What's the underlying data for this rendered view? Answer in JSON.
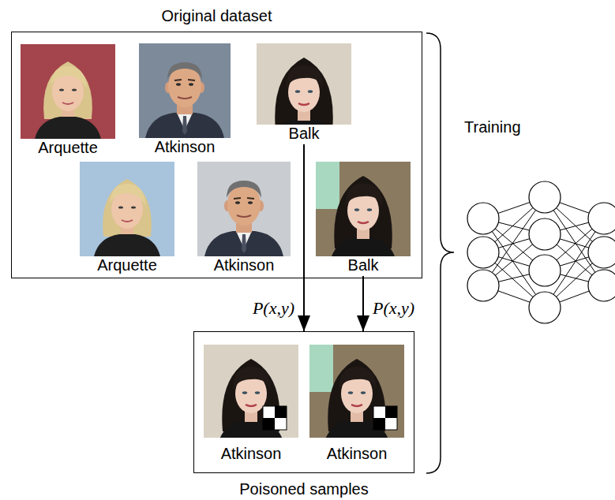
{
  "diagram": {
    "nodes": [
      {
        "text": [
          "Original dataset"
        ]
      },
      {
        "text": [
          "Arquette"
        ],
        "in": 0
      },
      {
        "text": [
          "Atkinson"
        ],
        "in": 0
      },
      {
        "text": [
          "Balk"
        ],
        "in": 0
      },
      {
        "text": [
          "Arquette"
        ],
        "in": 0
      },
      {
        "text": [
          "Atkinson"
        ],
        "in": 0
      },
      {
        "text": [
          "Balk"
        ],
        "in": 0
      },
      {
        "text": [
          "Poisoned samples"
        ]
      },
      {
        "text": [
          "Atkinson"
        ],
        "in": 7
      },
      {
        "text": [
          "Atkinson"
        ],
        "in": 7
      }
    ],
    "edges": [
      {
        "from": 3,
        "to": 7,
        "arrow": "to",
        "label": "P(x,y)"
      },
      {
        "from": 6,
        "to": 7,
        "arrow": "to",
        "label": "P(x,y)"
      }
    ],
    "labels": [
      "Training"
    ]
  }
}
